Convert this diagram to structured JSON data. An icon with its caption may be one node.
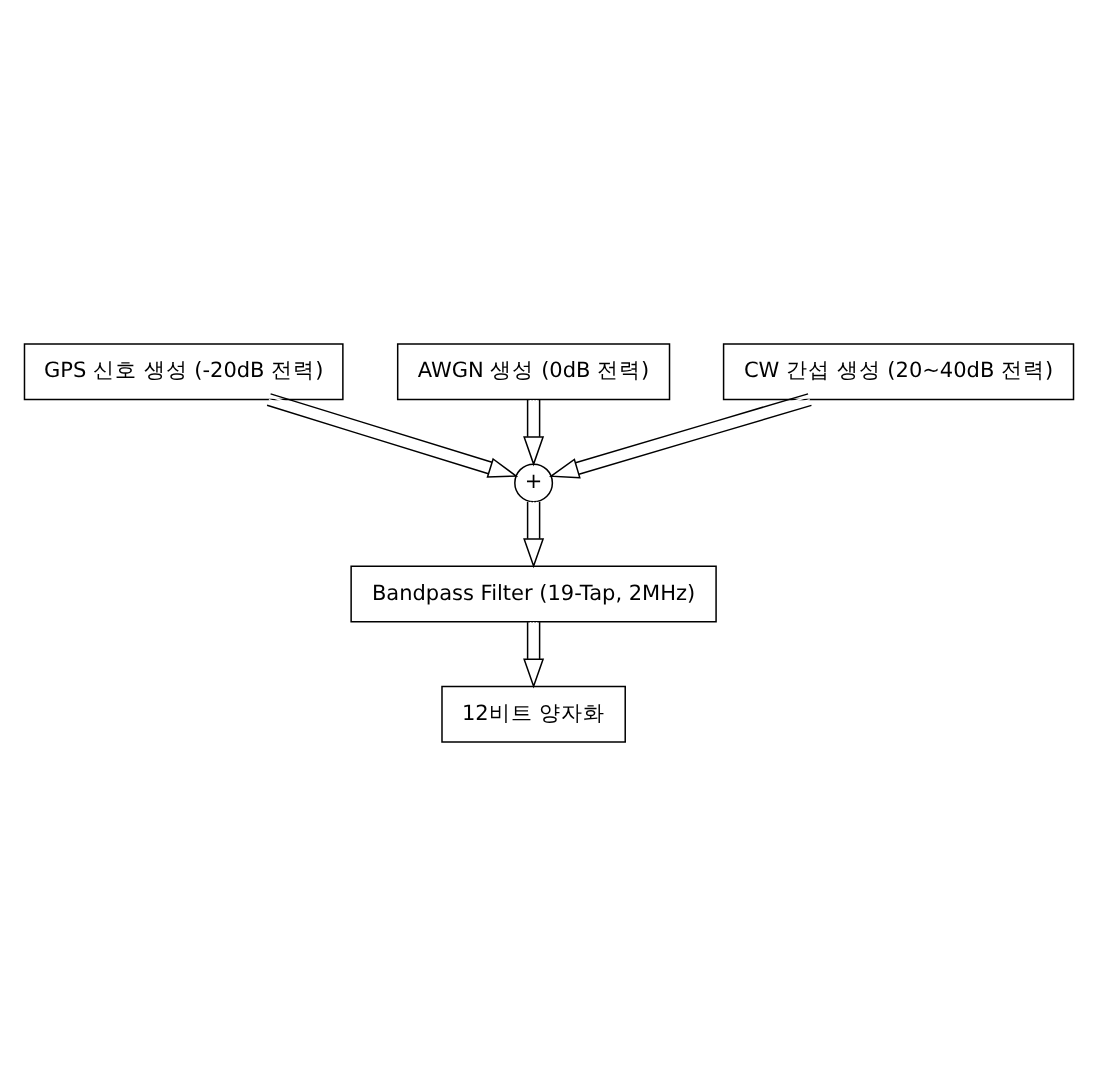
{
  "diagram": {
    "nodes": [
      {
        "text": [
          "GPS 신호 생성 (-20dB 전력)"
        ]
      },
      {
        "text": [
          "AWGN 생성 (0dB 전력)"
        ]
      },
      {
        "text": [
          "CW 간섭 생성 (20~40dB 전력)"
        ]
      },
      {
        "text": [
          "+"
        ]
      },
      {
        "text": [
          "Bandpass Filter (19-Tap, 2MHz)"
        ]
      },
      {
        "text": [
          "12비트 양자화"
        ]
      }
    ],
    "edges": [
      {
        "from": 0,
        "to": 3,
        "arrow": "to"
      },
      {
        "from": 1,
        "to": 3,
        "arrow": "to"
      },
      {
        "from": 2,
        "to": 3,
        "arrow": "to"
      },
      {
        "from": 3,
        "to": 4,
        "arrow": "to"
      },
      {
        "from": 4,
        "to": 5,
        "arrow": "to"
      }
    ]
  }
}
